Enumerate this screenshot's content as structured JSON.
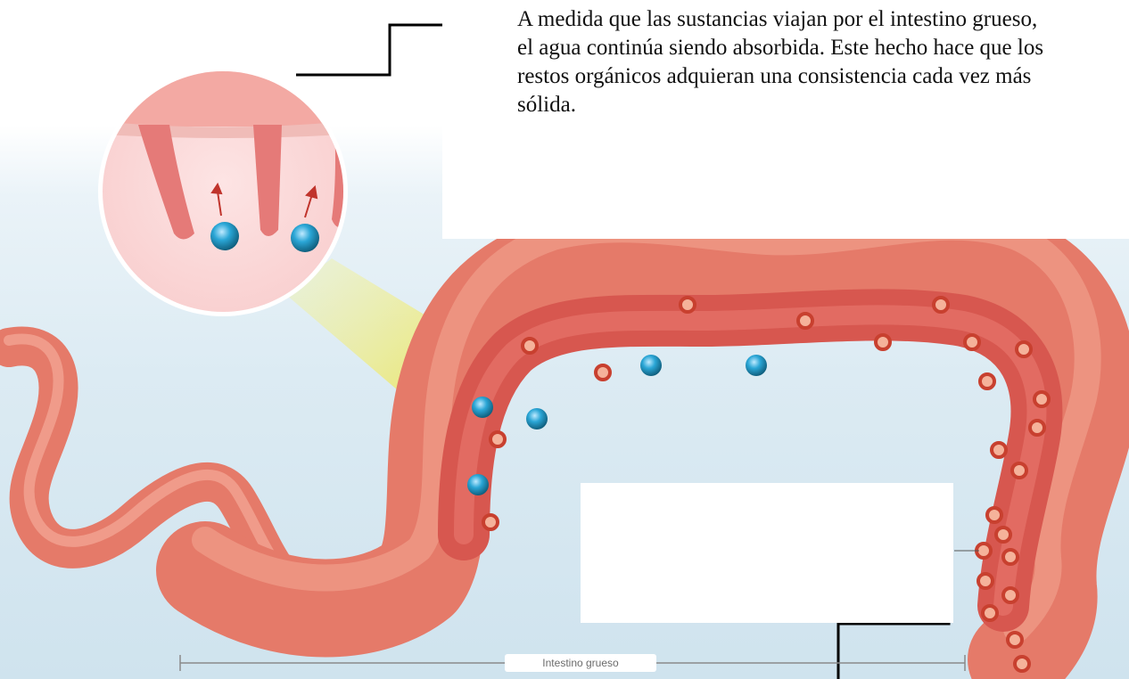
{
  "callout": {
    "text": "A medida que las sustancias viajan por el intestino grueso, el agua continúa siendo absorbida. Este hecho hace que los restos orgánicos adquieran una consistencia cada vez más sólida."
  },
  "answer_box": {
    "text": ""
  },
  "scale": {
    "label": "Intestino grueso"
  },
  "colors": {
    "intestine_outer": "#e9806e",
    "intestine_inner": "#d95d55",
    "intestine_highlight": "#f6b0a0",
    "water_particle": "#2aa6d6",
    "waste_particle": "#d24a3a",
    "zoom_beam": "#f2ef5a",
    "background": "#dcebf3"
  },
  "icons": {
    "water": "blue-circle",
    "waste": "red-ring",
    "absorption": "up-arrow"
  }
}
